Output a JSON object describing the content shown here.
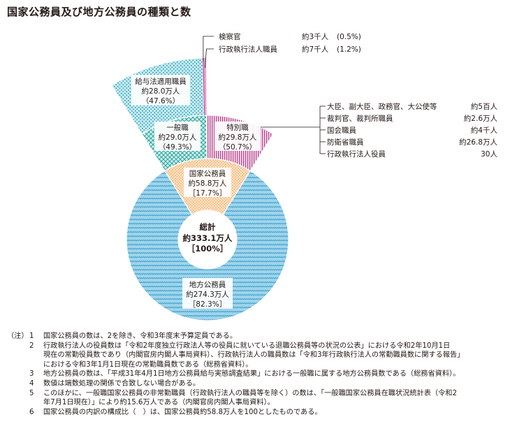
{
  "title": "国家公務員及び地方公務員の種類と数",
  "chart_data": {
    "type": "pie",
    "total": {
      "label": "総計",
      "value": "約333.1万人",
      "pct": "［100%］",
      "value_man": 333.1
    },
    "segments": [
      {
        "name": "国家公務員",
        "value": "約58.8万人",
        "pct": "［17.7%］",
        "value_man": 58.8,
        "share": 17.7
      },
      {
        "name": "地方公務員",
        "value": "約274.3万人",
        "pct": "［82.3%］",
        "value_man": 274.3,
        "share": 82.3
      }
    ],
    "national_breakdown": [
      {
        "name": "一般職",
        "value": "約29.0万人",
        "pct": "（49.3%）",
        "share": 49.3
      },
      {
        "name": "特別職",
        "value": "約29.8万人",
        "pct": "（50.7%）",
        "share": 50.7
      }
    ],
    "general_breakdown": [
      {
        "name": "給与法適用職員",
        "value": "約28.0万人",
        "pct": "（47.6%）",
        "share": 47.6
      },
      {
        "name": "検察官",
        "value": "約3千人",
        "pct": "(0.5%)",
        "share": 0.5
      },
      {
        "name": "行政執行法人職員",
        "value": "約7千人",
        "pct": "(1.2%)",
        "share": 1.2
      }
    ],
    "special_breakdown": [
      {
        "name": "大臣、副大臣、政務官、大公使等",
        "value": "約5百人"
      },
      {
        "name": "裁判官、裁判所職員",
        "value": "約2.6万人"
      },
      {
        "name": "国会職員",
        "value": "約4千人"
      },
      {
        "name": "防衛省職員",
        "value": "約26.8万人"
      },
      {
        "name": "行政執行法人役員",
        "value": "30人"
      }
    ],
    "colors": {
      "local": "#5bb3d7",
      "national": "#f3a65a",
      "general": "#2aa8a0",
      "kyuyo": "#1e9fb5",
      "special": "#b5478f",
      "line": "#231815"
    }
  },
  "notes": {
    "prefix": "（注）",
    "items": [
      {
        "num": "1",
        "text": "国家公務員の数は、2を除き、令和3年度末予算定員である。"
      },
      {
        "num": "2",
        "text": "行政執行法人の役員数は「令和2年度独立行政法人等の役員に就いている退職公務員等の状況の公表」における令和2年10月1日\n現在の常勤役員数であり（内閣官房内閣人事局資料）、行政執行法人の職員数は「令和3年行政執行法人の常勤職員数に関する報告」\nにおける令和3年1月1日現在の常勤職員数である（総務省資料）。"
      },
      {
        "num": "3",
        "text": "地方公務員の数は、「平成31年4月1日地方公務員給与実態調査結果」における一般職に属する地方公務員数である（総務省資料）。"
      },
      {
        "num": "4",
        "text": "数値は端数処理の関係で合致しない場合がある。"
      },
      {
        "num": "5",
        "text": "このほかに、一般職国家公務員の非常勤職員（行政執行法人の職員等を除く）の数は、「一般職国家公務員在職状況統計表（令和2\n年7月1日現在）」により約15.6万人である（内閣官房内閣人事局資料）。"
      },
      {
        "num": "6",
        "text": "国家公務員の内訳の構成比（　）は、国家公務員約58.8万人を100としたものである。"
      }
    ]
  }
}
